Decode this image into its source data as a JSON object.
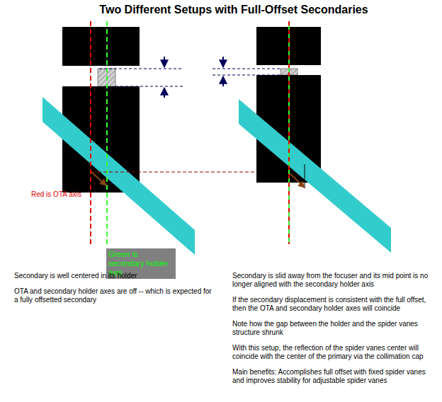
{
  "diagram": {
    "title": "Two Different Setups with Full-Offset Secondaries",
    "nodes": [
      {
        "text": [
          "Green is secondary holder axis"
        ]
      }
    ],
    "labels": [
      "Red is OTA axis",
      "Secondary is well centered in its holder",
      "OTA and secondary holder axes are off -- which is expected for a fully offsetted secondary",
      "Secondary is slid away from the focuser and its mid point is no longer aligned with the secondary holder axis",
      "If the secondary displacement is consistent with the full offset, then the OTA and secondary holder axes will coincide",
      "Note how the gap between the holder and the spider vanes structure shrunk",
      "With this setup, the reflection of the spider vanes center will coincide with the center of the primary via the collimation cap",
      "Main benefits: Accomplishes full offset with fixed spider vanes and improves stability for adjustable spider vanes"
    ]
  }
}
